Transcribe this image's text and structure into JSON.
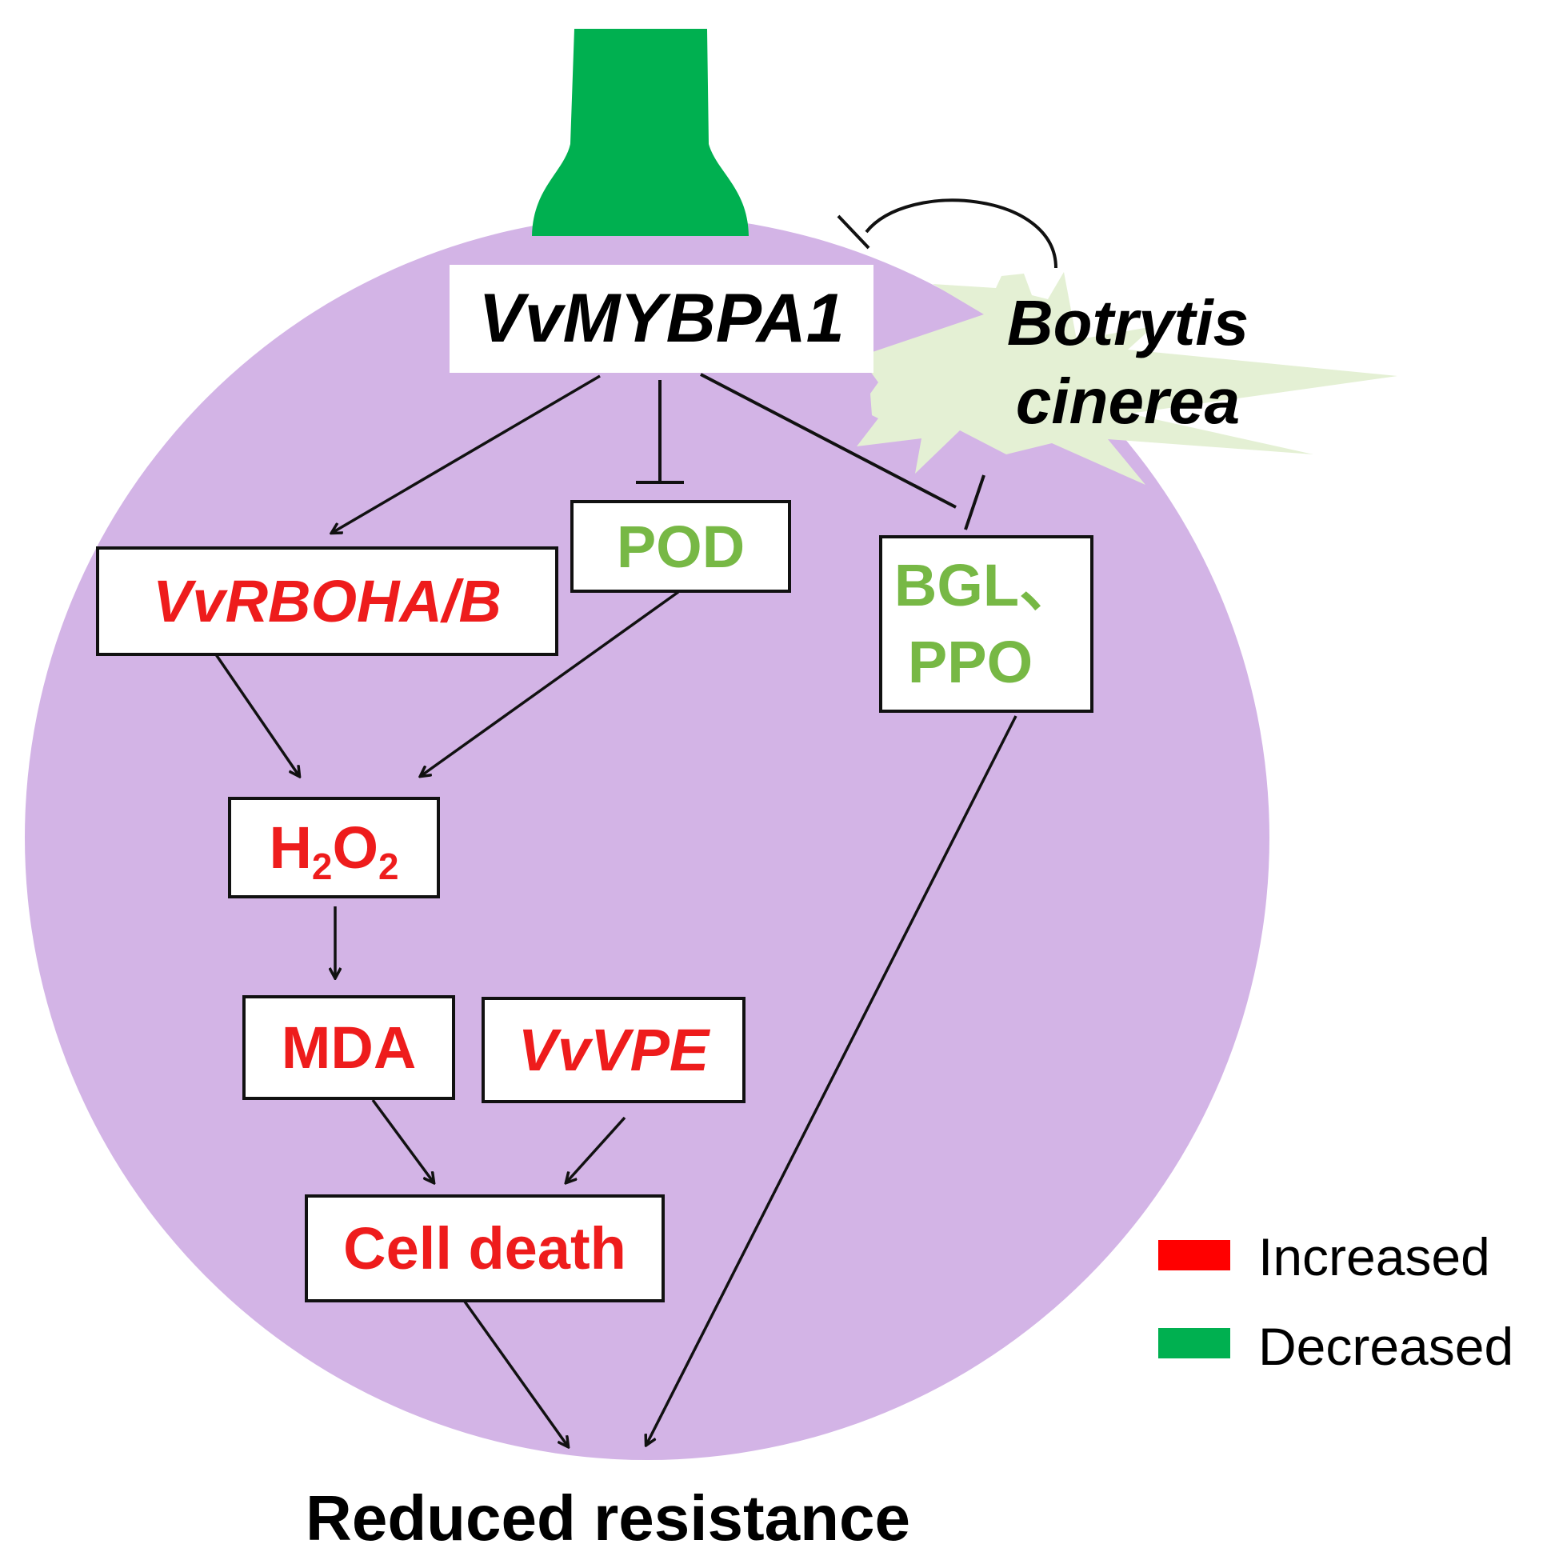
{
  "colors": {
    "berry": "#d3b4e6",
    "stem": "#00b050",
    "burst": "#e4f0d4",
    "increased": "#ff0000",
    "decreased": "#00b050",
    "increased_text": "#ee1c1c",
    "decreased_text": "#77b845"
  },
  "nodes": {
    "mybpa1": "VvMYBPA1",
    "pathogen_line1": "Botrytis",
    "pathogen_line2": "cinerea",
    "rboh": "VvRBOHA/B",
    "pod": "POD",
    "bgl_line1": "BGL、",
    "bgl_line2": "PPO",
    "h2o2_h": "H",
    "h2o2_2a": "2",
    "h2o2_o": "O",
    "h2o2_2b": "2",
    "mda": "MDA",
    "vpe": "VvVPE",
    "cell_death": "Cell death",
    "outcome": "Reduced resistance"
  },
  "legend": {
    "increased": "Increased",
    "decreased": "Decreased"
  },
  "edges": [
    {
      "from": "mybpa1",
      "to": "rboh",
      "type": "activates"
    },
    {
      "from": "mybpa1",
      "to": "pod",
      "type": "inhibits"
    },
    {
      "from": "mybpa1",
      "to": "bgl",
      "type": "inhibits"
    },
    {
      "from": "pathogen",
      "to": "mybpa1",
      "type": "inhibits"
    },
    {
      "from": "rboh",
      "to": "h2o2",
      "type": "activates"
    },
    {
      "from": "pod",
      "to": "h2o2",
      "type": "activates"
    },
    {
      "from": "h2o2",
      "to": "mda",
      "type": "activates"
    },
    {
      "from": "mda",
      "to": "cell_death",
      "type": "activates"
    },
    {
      "from": "vpe",
      "to": "cell_death",
      "type": "activates"
    },
    {
      "from": "cell_death",
      "to": "outcome",
      "type": "activates"
    },
    {
      "from": "bgl",
      "to": "outcome",
      "type": "activates"
    }
  ]
}
